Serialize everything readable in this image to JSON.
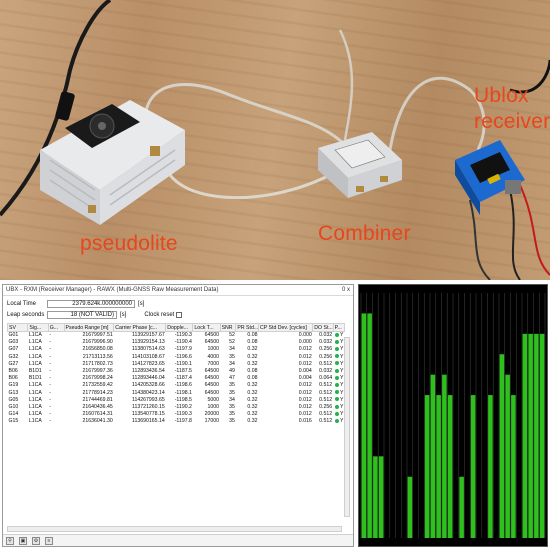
{
  "photo": {
    "labels": {
      "pseudolite": "pseudolite",
      "combiner": "Combiner",
      "receiver_line1": "Ublox",
      "receiver_line2": "receiver"
    },
    "colors": {
      "label": "#e8461c",
      "wood": "#c29c73"
    }
  },
  "rxm_window": {
    "title": "UBX - RXM (Receiver Manager) - RAWX (Multi-GNSS Raw Measurement Data)",
    "close_label": "0 x",
    "local_time_label": "Local Time",
    "local_time_value": "2379.624k.000000000",
    "local_time_unit": "[s]",
    "leap_seconds_label": "Leap seconds",
    "leap_seconds_value": "18 (NOT VALID)",
    "leap_seconds_unit": "[s]",
    "clock_reset_label": "Clock reset",
    "columns": [
      "SV",
      "Sig...",
      "G...",
      "Pseudo Range [m]",
      "Carrier Phase [c...",
      "Dopple...",
      "Lock T...",
      "SNR",
      "PR Std...",
      "CP Std Dev. [cycles]",
      "DO St...",
      "P..."
    ],
    "rows": [
      [
        "G01",
        "L1CA",
        "-",
        "21679997.51",
        "113929157.67",
        "-1190.3",
        "64500",
        "52",
        "0.08",
        "0.000",
        "0.032",
        "Y"
      ],
      [
        "G03",
        "L1CA",
        "-",
        "21679996.90",
        "113929154.13",
        "-1190.4",
        "64500",
        "52",
        "0.08",
        "0.000",
        "0.032",
        "Y"
      ],
      [
        "G07",
        "L1CA",
        "-",
        "21656850.08",
        "113807514.63",
        "-1197.9",
        "1000",
        "34",
        "0.32",
        "0.012",
        "0.256",
        "Y"
      ],
      [
        "G32",
        "L1CA",
        "-",
        "21713113.56",
        "114103108.67",
        "-1196.6",
        "4000",
        "35",
        "0.32",
        "0.012",
        "0.256",
        "Y"
      ],
      [
        "G27",
        "L1CA",
        "-",
        "21717802.73",
        "114127823.65",
        "-1190.1",
        "7000",
        "34",
        "0.32",
        "0.012",
        "0.512",
        "Y"
      ],
      [
        "B06",
        "B1D1",
        "-",
        "21679997.36",
        "112893436.54",
        "-1187.5",
        "64500",
        "49",
        "0.08",
        "0.004",
        "0.032",
        "Y"
      ],
      [
        "B06",
        "B1D1",
        "-",
        "21679998.24",
        "112893446.04",
        "-1187.4",
        "64500",
        "47",
        "0.08",
        "0.004",
        "0.064",
        "Y"
      ],
      [
        "G19",
        "L1CA",
        "-",
        "21732559.42",
        "114205328.66",
        "-1198.6",
        "64500",
        "35",
        "0.32",
        "0.012",
        "0.512",
        "Y"
      ],
      [
        "G13",
        "L1CA",
        "-",
        "21778914.23",
        "114380423.14",
        "-1198.1",
        "64500",
        "35",
        "0.32",
        "0.012",
        "0.512",
        "Y"
      ],
      [
        "G05",
        "L1CA",
        "-",
        "21744469.81",
        "114267993.65",
        "-1198.5",
        "5000",
        "34",
        "0.32",
        "0.012",
        "0.512",
        "Y"
      ],
      [
        "G10",
        "L1CA",
        "-",
        "21640436.45",
        "113721260.15",
        "-1190.2",
        "1000",
        "35",
        "0.32",
        "0.012",
        "0.256",
        "Y"
      ],
      [
        "G14",
        "L1CA",
        "-",
        "21607614.31",
        "113540778.15",
        "-1190.3",
        "20000",
        "35",
        "0.32",
        "0.012",
        "0.512",
        "Y"
      ],
      [
        "G15",
        "L1CA",
        "-",
        "21636041.30",
        "113690165.14",
        "-1197.8",
        "17000",
        "35",
        "0.32",
        "0.016",
        "0.512",
        "Y"
      ]
    ]
  },
  "signal_chart": {
    "type": "bar",
    "values": [
      11,
      11,
      4,
      4,
      0,
      0,
      0,
      0,
      3,
      0,
      0,
      7,
      8,
      7,
      8,
      7,
      0,
      3,
      0,
      7,
      0,
      0,
      7,
      0,
      9,
      8,
      7,
      0,
      10,
      10,
      10,
      10
    ],
    "colors": {
      "bar": "#2ec01c",
      "background": "#000000",
      "grid": "#3a3a3a"
    }
  }
}
